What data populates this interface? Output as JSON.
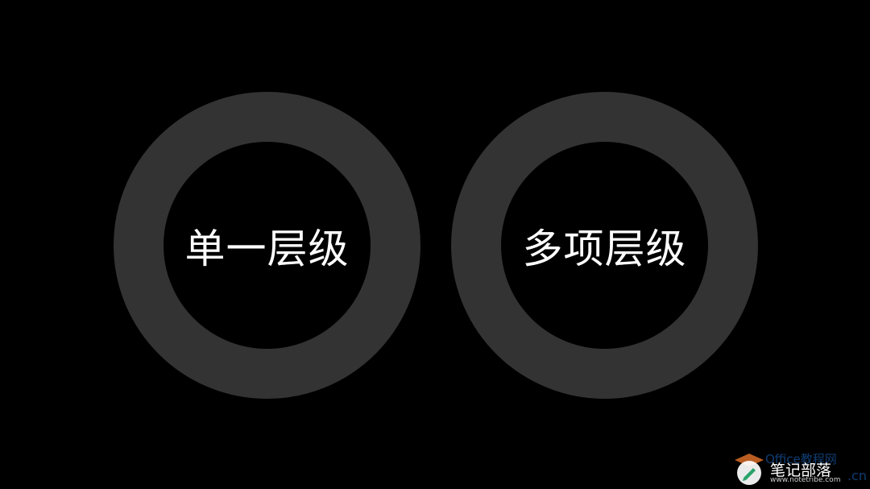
{
  "slide": {
    "left_label": "单一层级",
    "right_label": "多项层级"
  },
  "colors": {
    "background": "#000000",
    "ring": "#333333",
    "text": "#ffffff"
  },
  "watermark": {
    "logo_icon": "pen-icon",
    "name": "笔记部落",
    "url": "www.notetribe.com",
    "site": "Office教程网",
    "site_suffix": ".cn"
  }
}
